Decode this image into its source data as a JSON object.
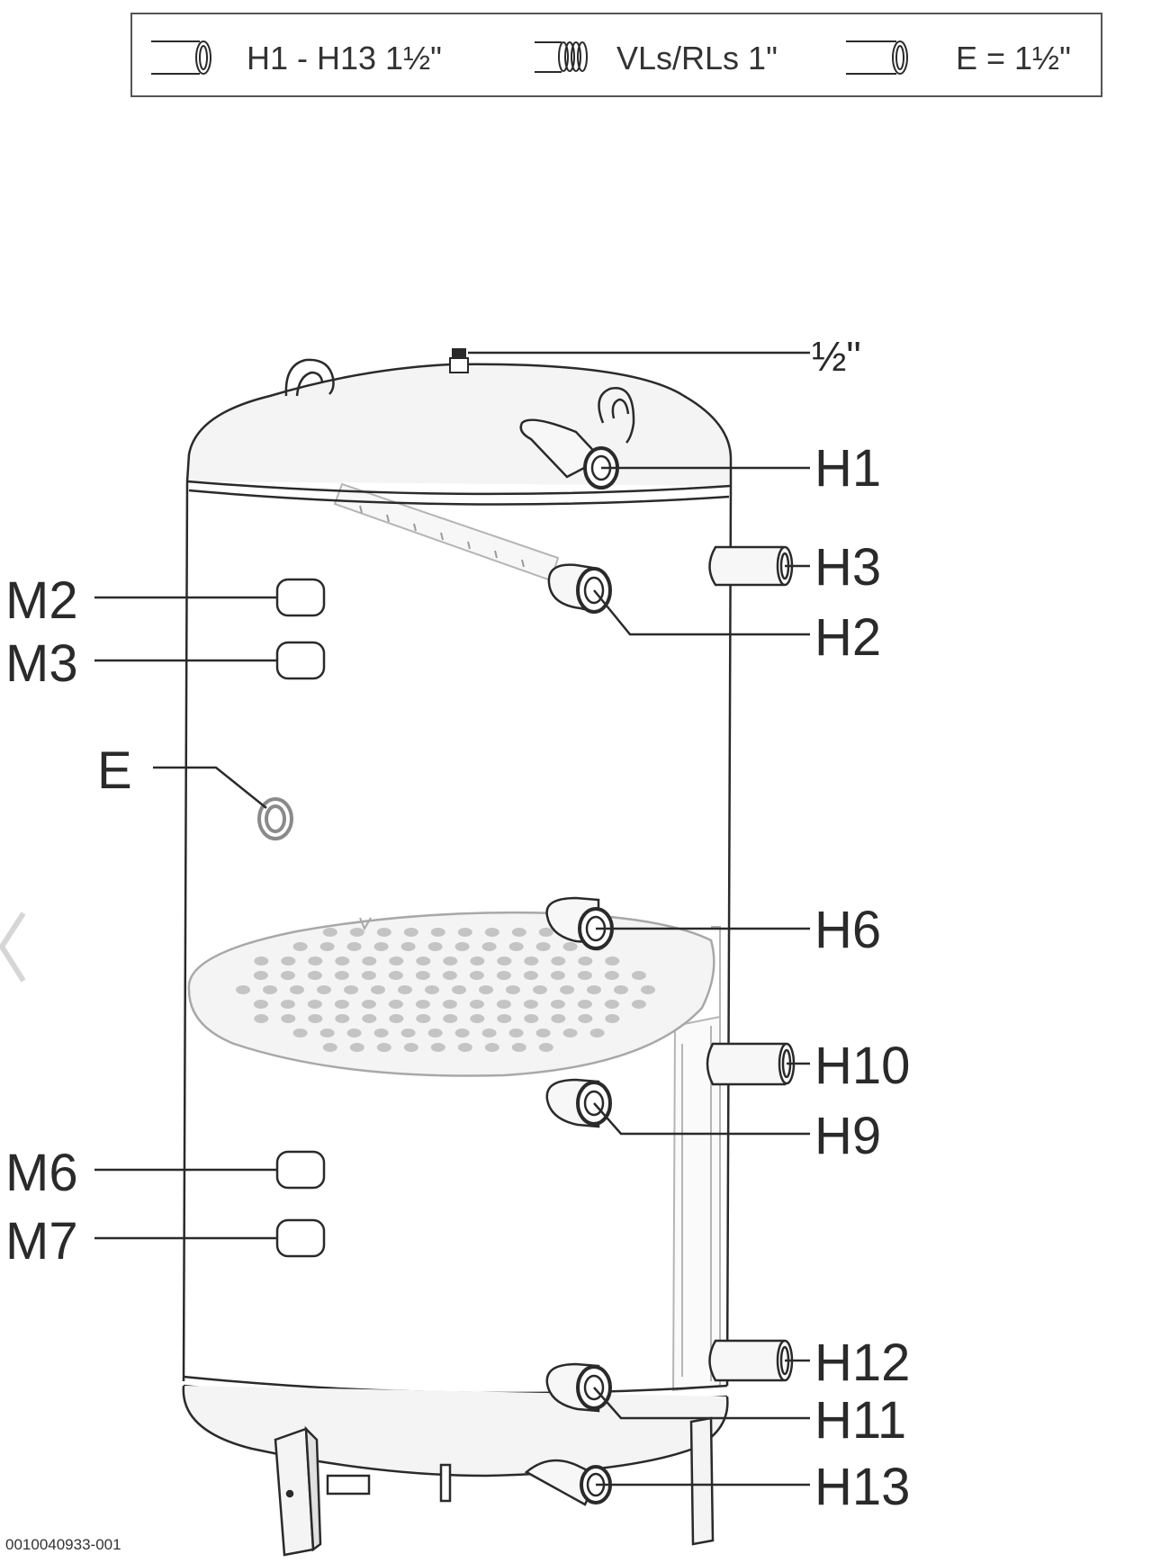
{
  "legend": {
    "items": [
      {
        "icon": "pipe-thread-icon",
        "label": "H1 - H13 1½\""
      },
      {
        "icon": "thread-coil-icon",
        "label": "VLs/RLs 1\""
      },
      {
        "icon": "pipe-thread-icon",
        "label": "E = 1½\""
      }
    ]
  },
  "labels": {
    "top": "½\"",
    "h1": "H1",
    "h2": "H2",
    "h3": "H3",
    "h6": "H6",
    "h9": "H9",
    "h10": "H10",
    "h11": "H11",
    "h12": "H12",
    "h13": "H13",
    "m2": "M2",
    "m3": "M3",
    "m6": "M6",
    "m7": "M7",
    "e": "E"
  },
  "document_id": "0010040933-001",
  "colors": {
    "line": "#2a2a2a",
    "ghost": "#b5b5b5",
    "dots": "#c4c4c4",
    "frame": "#555555"
  }
}
